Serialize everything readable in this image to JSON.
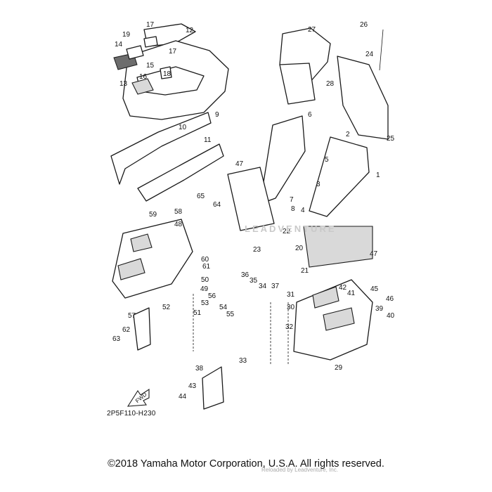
{
  "diagram": {
    "code": "2P5F110-H230",
    "copyright": "©2018 Yamaha Motor Corporation, U.S.A. All rights reserved.",
    "watermark": "LEADVENTURE",
    "watermark_small": "Reloaded by Leadventure, Inc.",
    "fwd_label": "FWD"
  },
  "callouts": [
    "1",
    "2",
    "3",
    "4",
    "5",
    "6",
    "7",
    "8",
    "9",
    "10",
    "11",
    "12",
    "13",
    "14",
    "15",
    "16",
    "17",
    "18",
    "19",
    "20",
    "21",
    "22",
    "23",
    "24",
    "25",
    "26",
    "27",
    "28",
    "29",
    "30",
    "31",
    "32",
    "33",
    "34",
    "35",
    "36",
    "37",
    "38",
    "39",
    "40",
    "41",
    "42",
    "43",
    "44",
    "45",
    "46",
    "47",
    "48",
    "49",
    "50",
    "51",
    "52",
    "53",
    "54",
    "55",
    "56",
    "57",
    "58",
    "59",
    "60",
    "61",
    "62",
    "63",
    "64",
    "65"
  ]
}
